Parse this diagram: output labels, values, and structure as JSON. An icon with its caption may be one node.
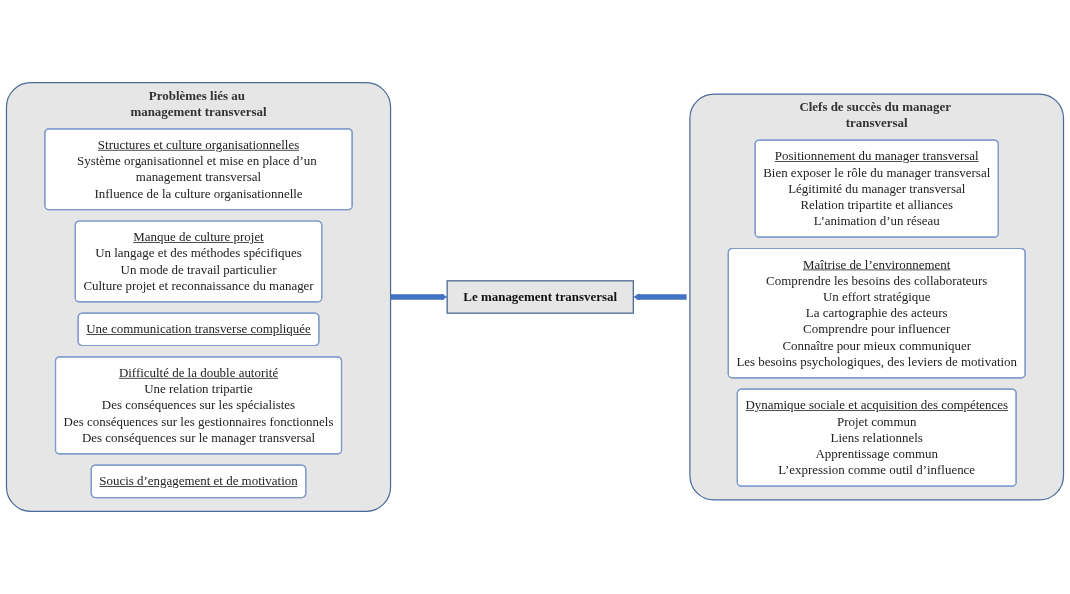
{
  "diagram": {
    "nodes": [
      {
        "text": [
          "Problèmes liés au management transversal"
        ]
      },
      {
        "text": [
          "Structures et culture organisationnelles",
          "Système organisationnel et mise en place d’un management transversal",
          "Influence de la culture organisationnelle"
        ],
        "in": 0
      },
      {
        "text": [
          "Manque de culture projet",
          "Un langage et des méthodes spécifiques",
          "Un mode de travail particulier",
          "Culture projet et reconnaissance du manager"
        ],
        "in": 0
      },
      {
        "text": [
          "Une communication transverse compliquée"
        ],
        "in": 0
      },
      {
        "text": [
          "Difficulté de la double autorité",
          "Une relation tripartie",
          "Des conséquences sur les spécialistes",
          "Des conséquences sur les gestionnaires fonctionnels",
          "Des conséquences sur le manager transversal"
        ],
        "in": 0
      },
      {
        "text": [
          "Soucis d’engagement et de motivation"
        ],
        "in": 0
      },
      {
        "text": [
          "Le management transversal"
        ]
      },
      {
        "text": [
          "Clefs de succès du manager transversal"
        ]
      },
      {
        "text": [
          "Positionnement du manager transversal",
          "Bien exposer le rôle du manager transversal",
          "Légitimité du manager transversal",
          "Relation tripartite et alliances",
          "L’animation d’un réseau"
        ],
        "in": 7
      },
      {
        "text": [
          "Maîtrise de l’environnement",
          "Comprendre les besoins des collaborateurs",
          "Un effort stratégique",
          "La cartographie des acteurs",
          "Comprendre pour influencer",
          "Connaître pour mieux communiquer",
          "Les besoins psychologiques, des leviers de motivation"
        ],
        "in": 7
      },
      {
        "text": [
          "Dynamique sociale et acquisition des compétences",
          "Projet commun",
          "Liens relationnels",
          "Apprentissage commun",
          "L’expression comme outil d’influence"
        ],
        "in": 7
      }
    ],
    "edges": [
      {
        "from": 0,
        "to": 6,
        "arrow": "to"
      },
      {
        "from": 7,
        "to": 6,
        "arrow": "to"
      }
    ]
  }
}
